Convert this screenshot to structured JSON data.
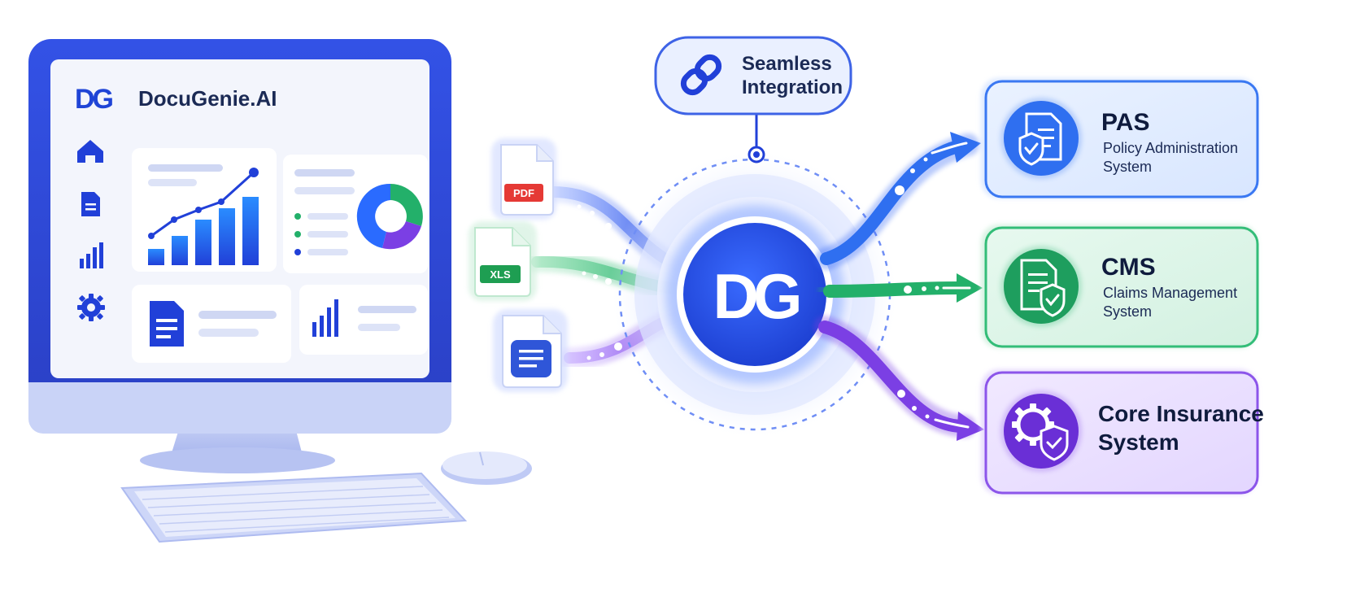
{
  "app": {
    "logo_mark": "DG",
    "brand_name": "DocuGenie.AI",
    "sidebar_icons": [
      "home-icon",
      "document-icon",
      "bar-chart-icon",
      "gear-icon"
    ]
  },
  "hub": {
    "label_line1": "Seamless",
    "label_line2": "Integration",
    "logo_mark": "DG"
  },
  "inputs": [
    {
      "label": "PDF",
      "color": "#e53935"
    },
    {
      "label": "XLS",
      "color": "#1e9e52"
    },
    {
      "label": "",
      "color": "#2f56d8"
    }
  ],
  "outputs": [
    {
      "title": "PAS",
      "sub1": "Policy Administration",
      "sub2": "System",
      "color": "#2f6ff0"
    },
    {
      "title": "CMS",
      "sub1": "Claims Management",
      "sub2": "System",
      "color": "#23b06a"
    },
    {
      "title": "Core Insurance",
      "sub1": "System",
      "sub2": "",
      "color": "#7b3fe4"
    }
  ],
  "colors": {
    "brand_blue": "#1f44d6",
    "green": "#23b06a",
    "purple": "#7b3fe4",
    "pdf_red": "#e53935"
  }
}
